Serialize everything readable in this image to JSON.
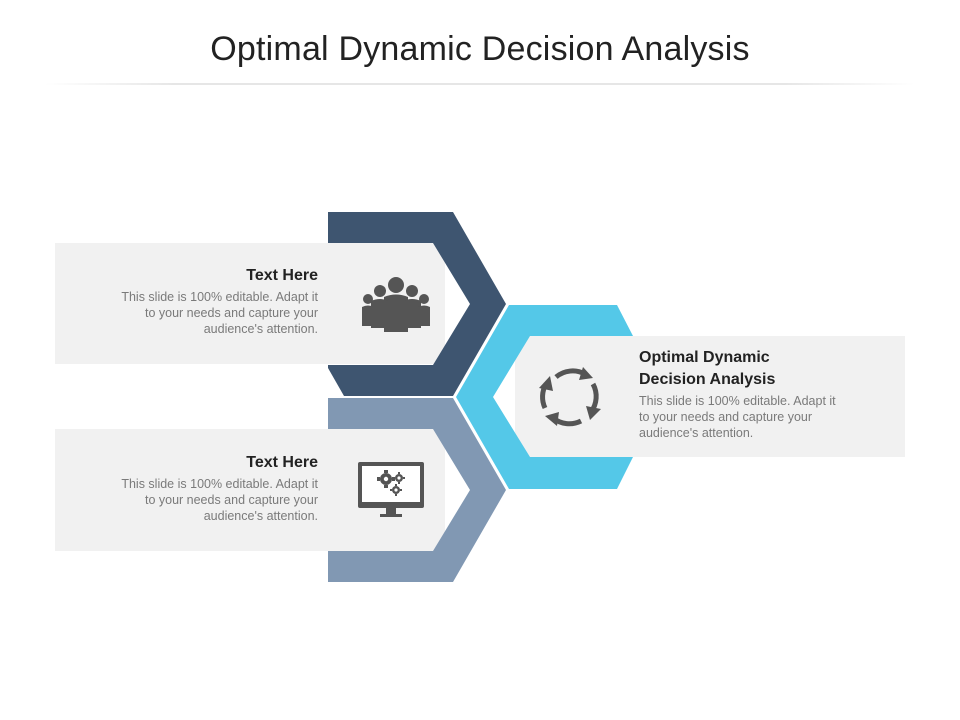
{
  "slide": {
    "title": "Optimal Dynamic Decision Analysis"
  },
  "colors": {
    "hex_dark": "#3e5570",
    "hex_cyan": "#54c8e8",
    "hex_slate": "#8198b3",
    "panel_bg": "#f1f1f1",
    "icon_gray": "#555555"
  },
  "blocks": [
    {
      "heading": "Text Here",
      "body": "This slide is 100% editable. Adapt it\nto your needs and capture your\naudience's attention.",
      "icon": "team-icon"
    },
    {
      "heading": "Optimal Dynamic\nDecision Analysis",
      "body": "This slide is 100% editable. Adapt it\nto your needs and capture your\naudience's attention.",
      "icon": "cycle-arrows-icon"
    },
    {
      "heading": "Text Here",
      "body": "This slide is 100% editable. Adapt it\nto your needs and capture your\naudience's attention.",
      "icon": "monitor-gears-icon"
    }
  ]
}
